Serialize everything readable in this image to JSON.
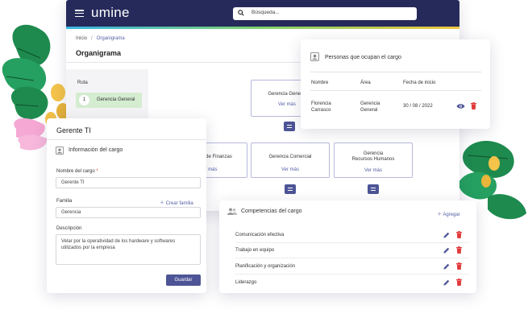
{
  "app": {
    "logo": "umine",
    "search_placeholder": "Búsqueda...",
    "breadcrumb": {
      "home": "Inicio",
      "separator": "/",
      "current": "Organigrama"
    },
    "page_title": "Organigrama",
    "ruta": {
      "label": "Ruta",
      "items": [
        {
          "num": "1",
          "label": "Gerencia General"
        }
      ]
    },
    "org_nodes": [
      {
        "name": "Gerencia General",
        "link": "Ver más"
      },
      {
        "name": "Gerencia de Finanzas",
        "link": "Ver más"
      },
      {
        "name": "Gerencia Comercial",
        "link": "Ver más"
      },
      {
        "name_lines": [
          "Gerencia",
          "Recursos Humanos"
        ],
        "link": "Ver más"
      }
    ]
  },
  "personas": {
    "title": "Personas que ocupan el cargo",
    "columns": [
      "Nombre",
      "Área",
      "Fecha de inicio"
    ],
    "rows": [
      {
        "nombre": [
          "Florencia",
          "Carrasco"
        ],
        "area": [
          "Gerencia",
          "General"
        ],
        "fecha": "30 / 08 / 2022"
      }
    ]
  },
  "gerente": {
    "title": "Gerente TI",
    "section": "Información del cargo",
    "nombre_label": "Nombre del cargo",
    "required_mark": "*",
    "nombre_value": "Gerente  TI",
    "familia_label": "Familia",
    "crear_familia": "Crear familia",
    "familia_value": "Gerencia",
    "descripcion_label": "Descripción",
    "descripcion_value": "Velar por la operatividad de los hardware y softwares utilizados por la empresa",
    "save_label": "Guardar"
  },
  "competencias": {
    "title": "Competencias del cargo",
    "add_label": "Agregar",
    "items": [
      "Comunicación efectiva",
      "Trabajo en equipo",
      "Planificación y organización",
      "Liderazgo"
    ]
  },
  "colors": {
    "navy": "#262a5a",
    "accent": "#4d5596",
    "link": "#5660a6",
    "danger": "#e03a3a",
    "ruta_highlight": "#d4ecd0"
  }
}
